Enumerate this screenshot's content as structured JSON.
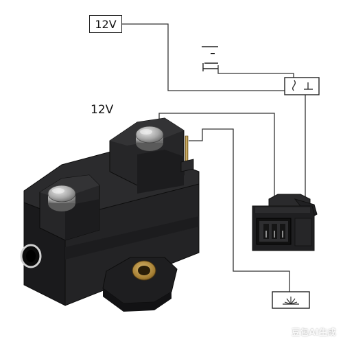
{
  "labels": {
    "box_label": "12V",
    "device_label": "12V"
  },
  "symbols": {
    "battery": "battery-symbol-icon",
    "switch": "switch-symbol-icon",
    "spark": "spark-symbol-icon"
  },
  "watermark": "豆包AI生成",
  "colors": {
    "housing": "#1c1c1e",
    "wire": "#333333",
    "brass": "#b08a3e",
    "contact": "#a8a8a8"
  }
}
